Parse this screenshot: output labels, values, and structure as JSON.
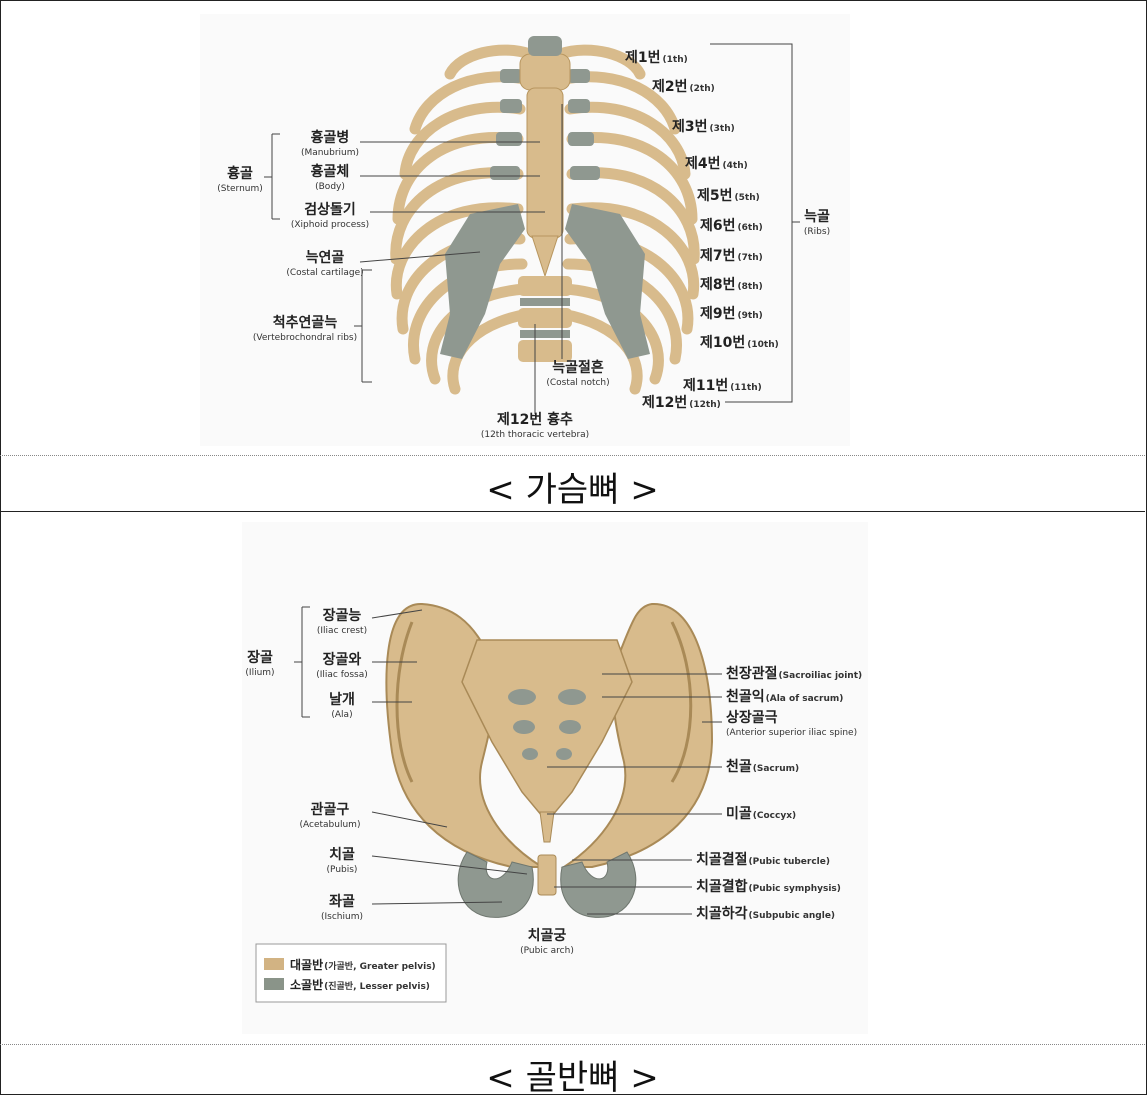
{
  "chest": {
    "caption": "< 가슴뼈 >",
    "sternum_group": {
      "ko": "흉골",
      "en": "(Sternum)"
    },
    "sternum_parts": [
      {
        "ko": "흉골병",
        "en": "(Manubrium)"
      },
      {
        "ko": "흉골체",
        "en": "(Body)"
      },
      {
        "ko": "검상돌기",
        "en": "(Xiphoid process)"
      }
    ],
    "costal_cartilage": {
      "ko": "늑연골",
      "en": "(Costal cartilage)"
    },
    "vertebrochondral": {
      "ko": "척추연골늑",
      "en": "(Vertebrochondral ribs)"
    },
    "costal_notch": {
      "ko": "늑골절흔",
      "en": "(Costal notch)"
    },
    "thoracic_vertebra": {
      "ko": "제12번 흉추",
      "en": "(12th thoracic vertebra)"
    },
    "ribs_group": {
      "ko": "늑골",
      "en": "(Ribs)"
    },
    "ribs": [
      {
        "ko": "제1번",
        "en": "(1th)"
      },
      {
        "ko": "제2번",
        "en": "(2th)"
      },
      {
        "ko": "제3번",
        "en": "(3th)"
      },
      {
        "ko": "제4번",
        "en": "(4th)"
      },
      {
        "ko": "제5번",
        "en": "(5th)"
      },
      {
        "ko": "제6번",
        "en": "(6th)"
      },
      {
        "ko": "제7번",
        "en": "(7th)"
      },
      {
        "ko": "제8번",
        "en": "(8th)"
      },
      {
        "ko": "제9번",
        "en": "(9th)"
      },
      {
        "ko": "제10번",
        "en": "(10th)"
      },
      {
        "ko": "제11번",
        "en": "(11th)"
      },
      {
        "ko": "제12번",
        "en": "(12th)"
      }
    ]
  },
  "pelvis": {
    "caption": "< 골반뼈 >",
    "ilium_group": {
      "ko": "장골",
      "en": "(Ilium)"
    },
    "ilium_parts": [
      {
        "ko": "장골능",
        "en": "(Iliac crest)"
      },
      {
        "ko": "장골와",
        "en": "(Iliac fossa)"
      },
      {
        "ko": "날개",
        "en": "(Ala)"
      }
    ],
    "left_labels": [
      {
        "ko": "관골구",
        "en": "(Acetabulum)"
      },
      {
        "ko": "치골",
        "en": "(Pubis)"
      },
      {
        "ko": "좌골",
        "en": "(Ischium)"
      }
    ],
    "pubic_arch": {
      "ko": "치골궁",
      "en": "(Pubic arch)"
    },
    "right_labels": [
      {
        "ko": "천장관절",
        "en": "(Sacroiliac joint)"
      },
      {
        "ko": "천골익",
        "en": "(Ala of sacrum)"
      },
      {
        "ko": "상장골극",
        "en": "(Anterior superior iliac spine)"
      },
      {
        "ko": "천골",
        "en": "(Sacrum)"
      },
      {
        "ko": "미골",
        "en": "(Coccyx)"
      },
      {
        "ko": "치골결절",
        "en": "(Pubic tubercle)"
      },
      {
        "ko": "치골결합",
        "en": "(Pubic symphysis)"
      },
      {
        "ko": "치골하각",
        "en": "(Subpubic angle)"
      }
    ],
    "legend": [
      {
        "ko": "대골반",
        "en": "(가골반, Greater pelvis)",
        "color": "#d2b383"
      },
      {
        "ko": "소골반",
        "en": "(진골반, Lesser pelvis)",
        "color": "#8a9489"
      }
    ]
  },
  "colors": {
    "bone": "#d8bb8c",
    "bone_dark": "#b8965f",
    "cartilage": "#8f9890"
  }
}
